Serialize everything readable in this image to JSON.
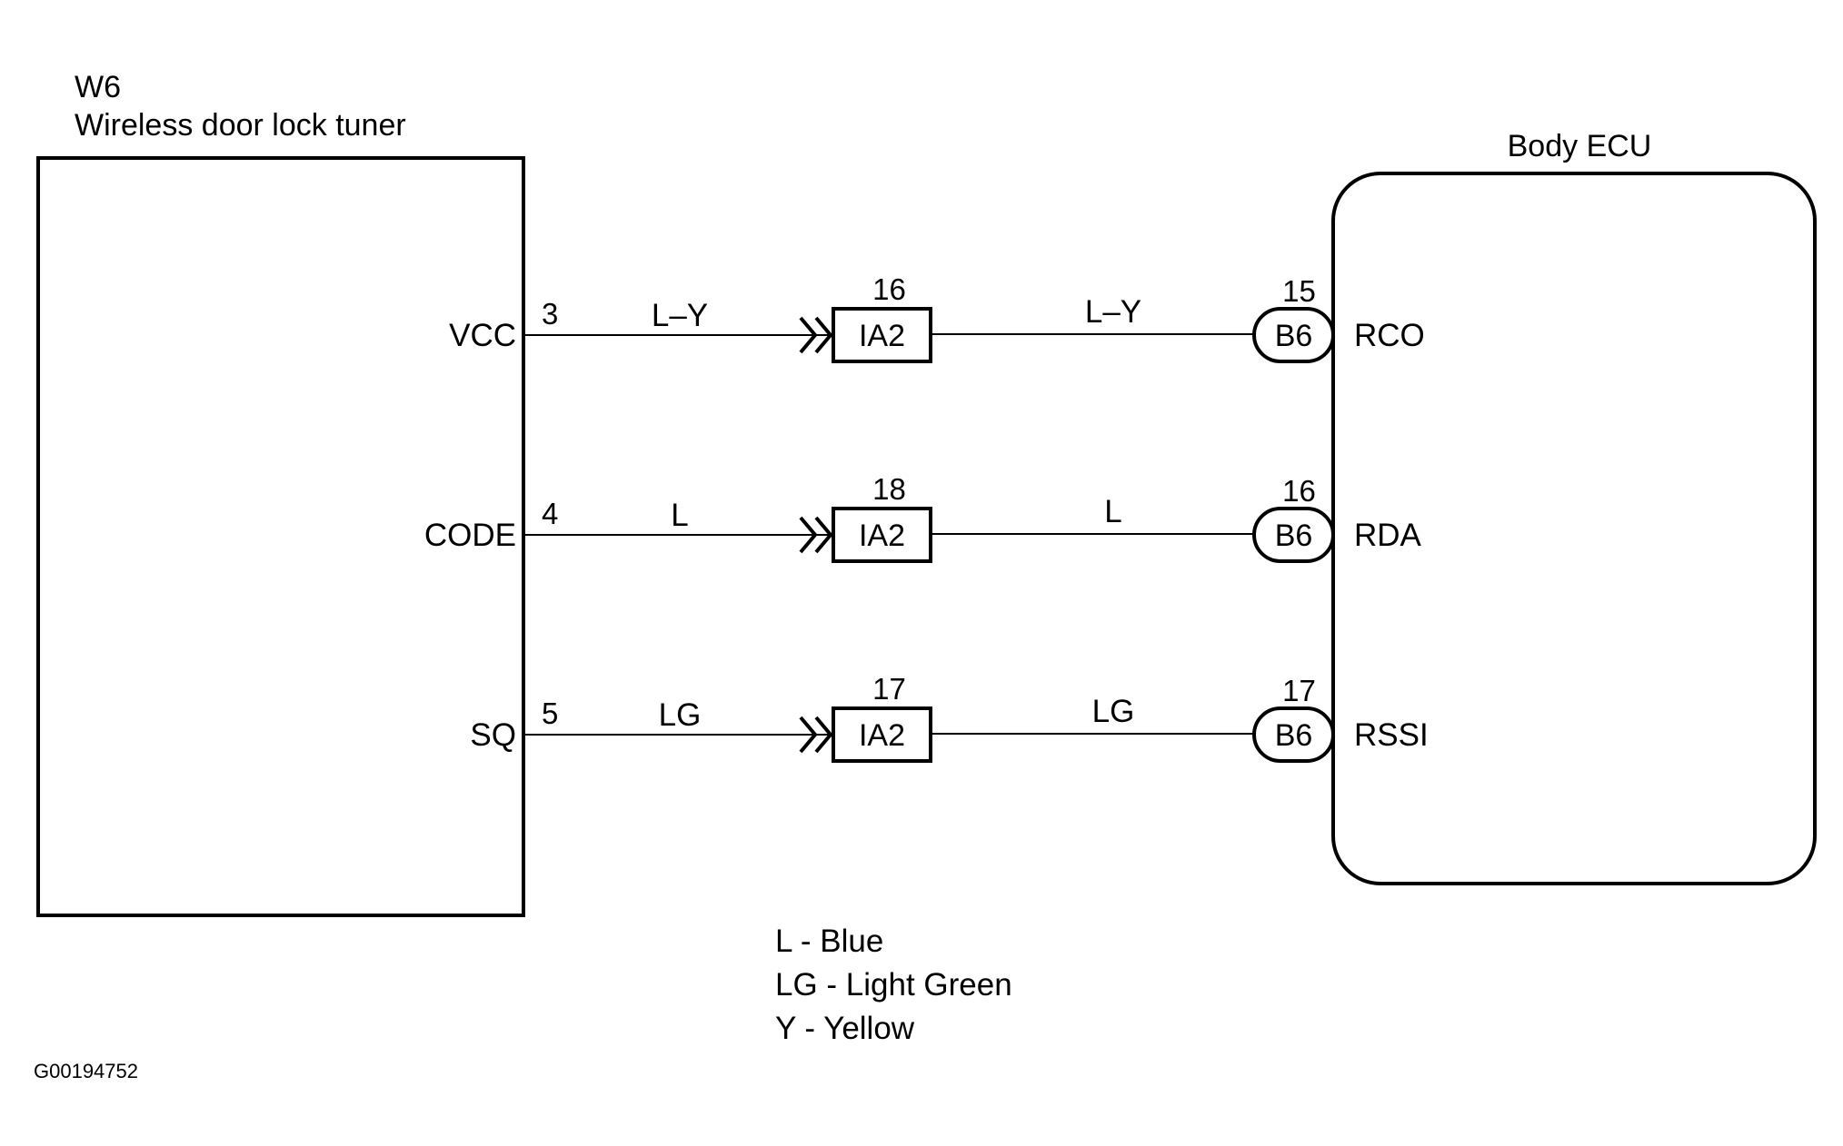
{
  "diagram": {
    "figure_id": "G00194752",
    "left_component": {
      "code": "W6",
      "name": "Wireless door lock tuner"
    },
    "right_component": {
      "name": "Body ECU"
    },
    "circuits": [
      {
        "left_pin_name": "VCC",
        "left_pin_number": "3",
        "wire_color_left": "L–Y",
        "junction_connector": "IA2",
        "junction_pin": "16",
        "wire_color_right": "L–Y",
        "ecu_connector": "B6",
        "ecu_pin": "15",
        "ecu_pin_name": "RCO"
      },
      {
        "left_pin_name": "CODE",
        "left_pin_number": "4",
        "wire_color_left": "L",
        "junction_connector": "IA2",
        "junction_pin": "18",
        "wire_color_right": "L",
        "ecu_connector": "B6",
        "ecu_pin": "16",
        "ecu_pin_name": "RDA"
      },
      {
        "left_pin_name": "SQ",
        "left_pin_number": "5",
        "wire_color_left": "LG",
        "junction_connector": "IA2",
        "junction_pin": "17",
        "wire_color_right": "LG",
        "ecu_connector": "B6",
        "ecu_pin": "17",
        "ecu_pin_name": "RSSI"
      }
    ],
    "legend": [
      "L - Blue",
      "LG - Light Green",
      "Y - Yellow"
    ]
  }
}
